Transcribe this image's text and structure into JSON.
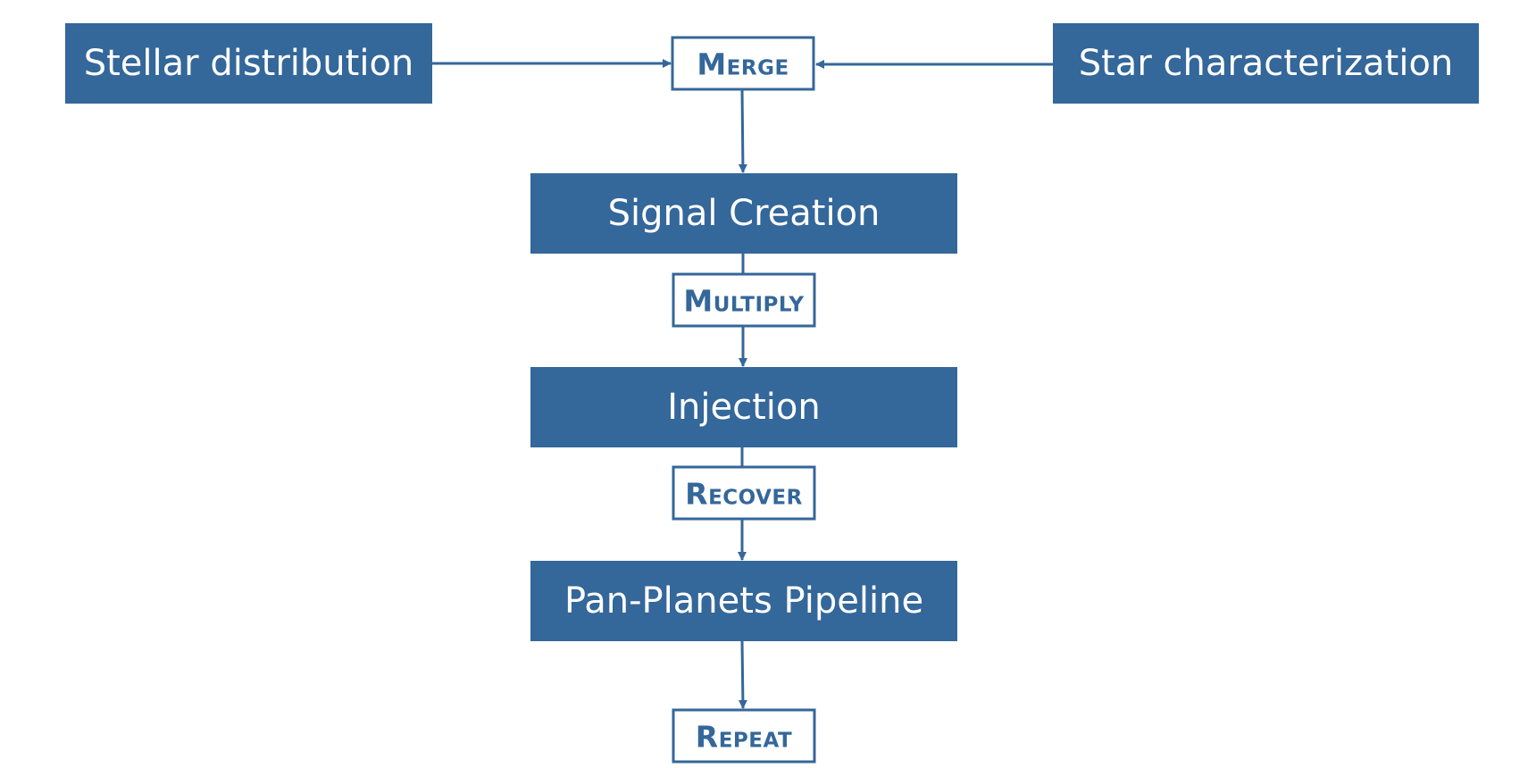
{
  "colors": {
    "accent": "#34679a",
    "text_on_accent": "#ffffff",
    "background": "#ffffff"
  },
  "nodes": {
    "stellar_distribution": "Stellar distribution",
    "star_characterization": "Star characterization",
    "signal_creation": "Signal Creation",
    "injection": "Injection",
    "pipeline": "Pan-Planets Pipeline"
  },
  "operations": {
    "merge": "Merge",
    "multiply": "Multiply",
    "recover": "Recover",
    "repeat": "Repeat"
  }
}
